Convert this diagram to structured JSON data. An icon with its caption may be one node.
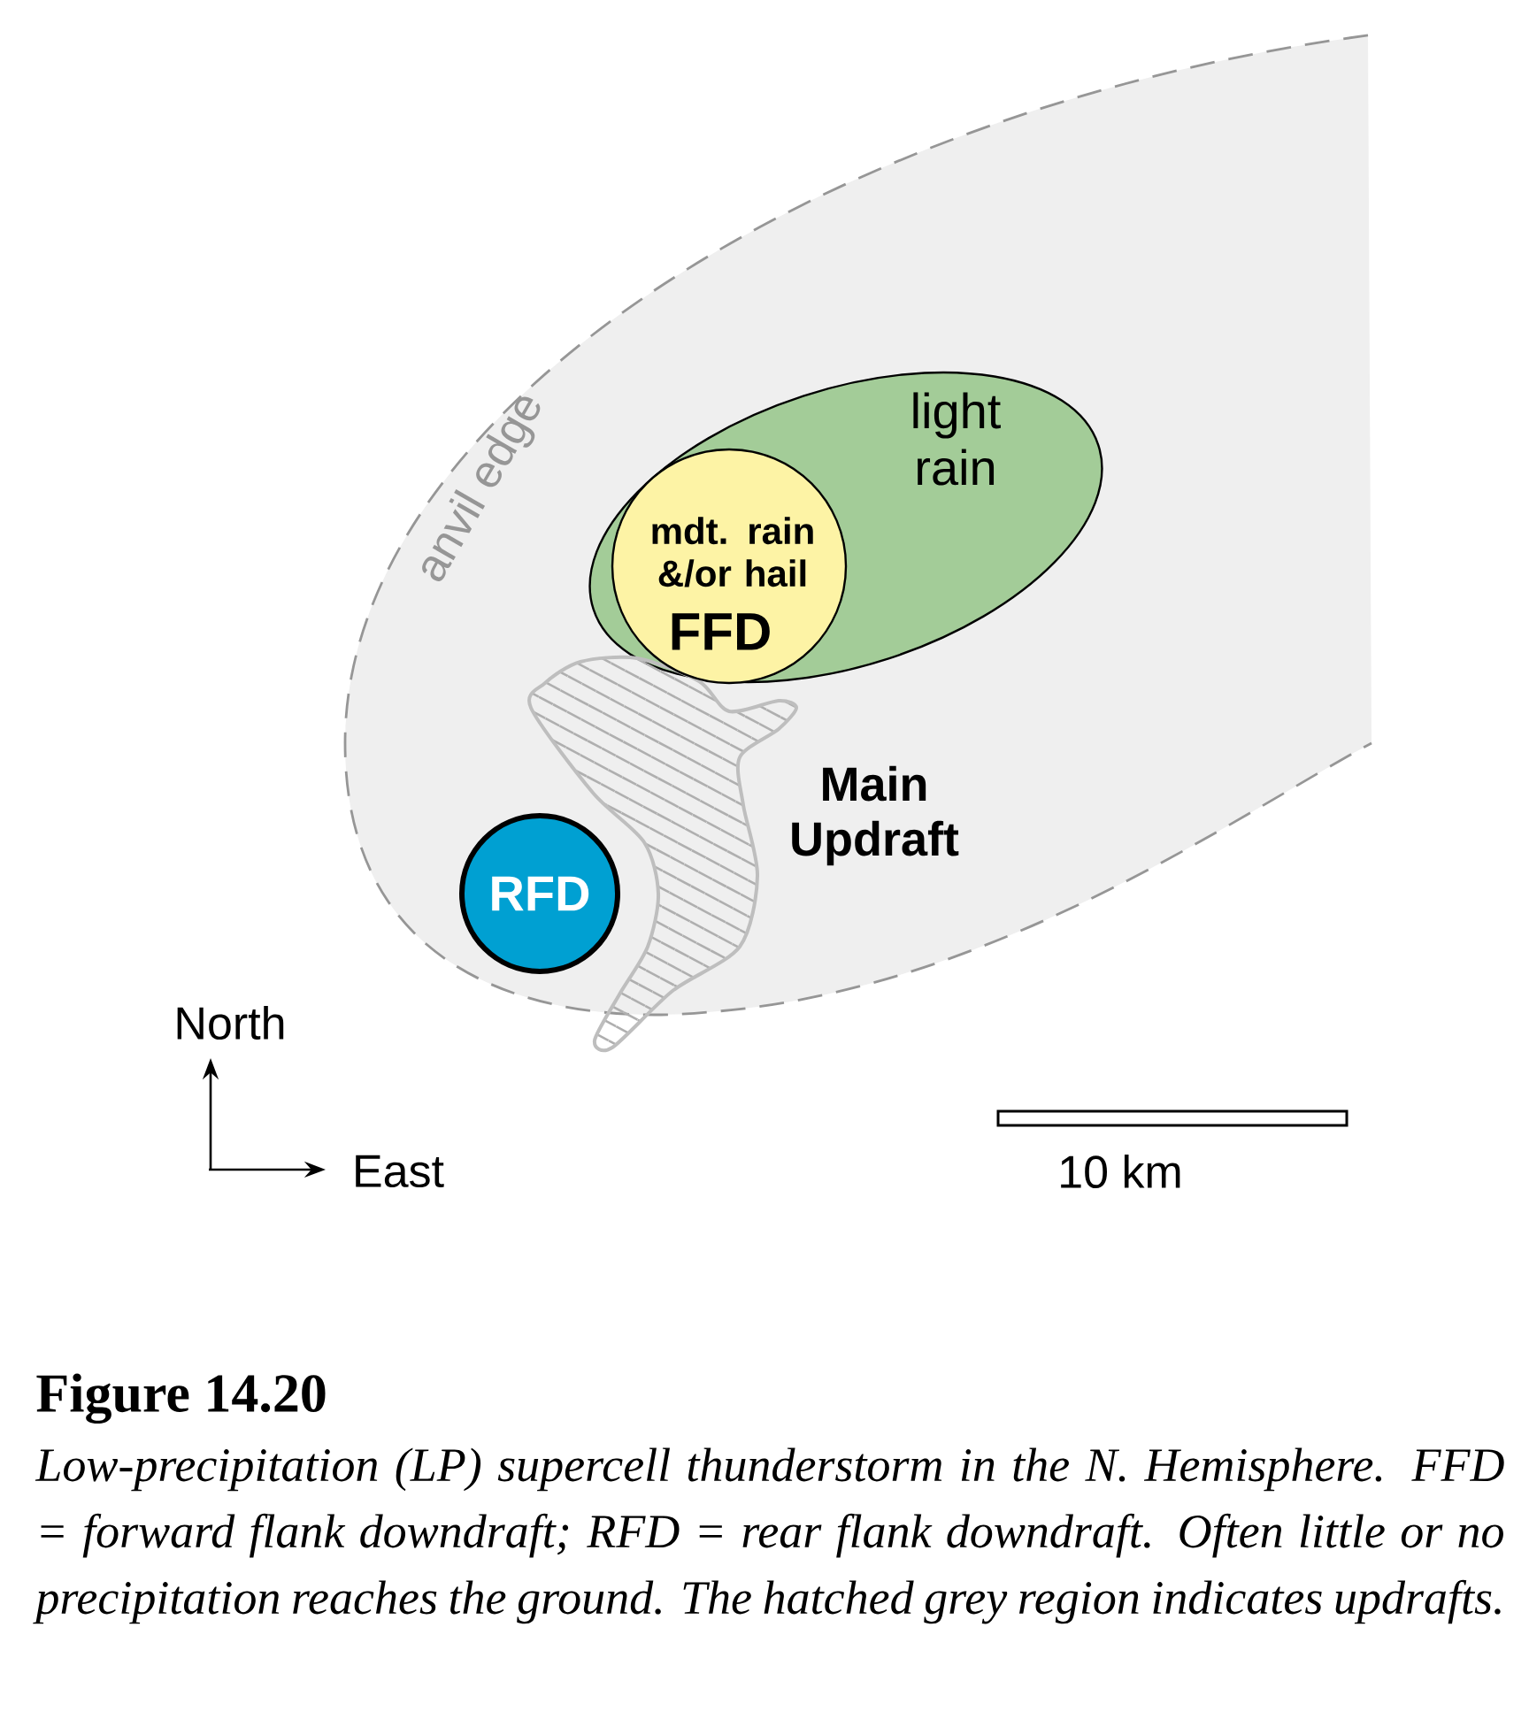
{
  "diagram": {
    "title": "Figure 14.20",
    "caption": "Low-precipitation (LP) supercell thunderstorm in the N. Hemisphere. FFD = forward flank downdraft; RFD = rear flank downdraft. Often little or no precipitation reaches the ground. The hatched grey region indicates updrafts.",
    "nodes": [
      {
        "text": [
          "anvil edge"
        ]
      },
      {
        "text": [
          "light rain"
        ],
        "in": 0
      },
      {
        "text": [
          "mdt. rain &/or hail",
          "FFD"
        ],
        "in": 1
      },
      {
        "text": [
          "Main Updraft"
        ],
        "in": 0
      },
      {
        "text": [
          "RFD"
        ],
        "in": 0
      }
    ],
    "edges": [],
    "labels": [
      "North",
      "East",
      "10 km"
    ]
  }
}
